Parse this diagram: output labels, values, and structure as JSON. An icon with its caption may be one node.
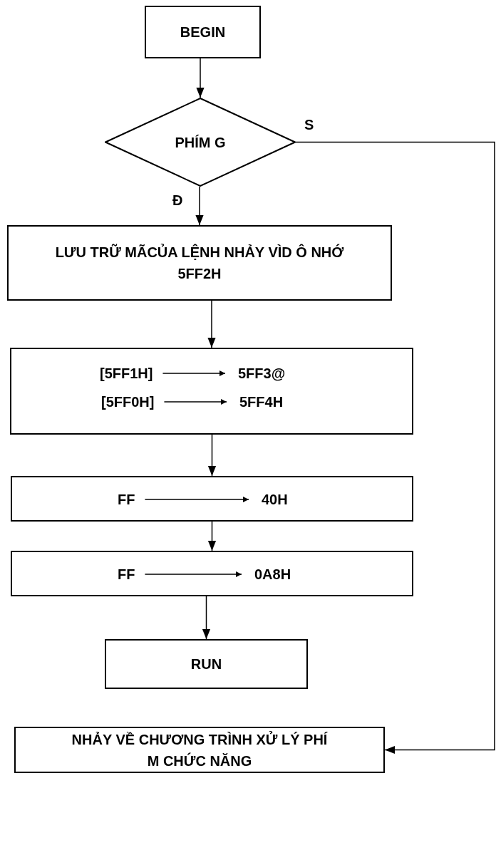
{
  "diagram": {
    "nodes": [
      {
        "text": [
          "BEGIN"
        ]
      },
      {
        "text": [
          "PHÍM G"
        ]
      },
      {
        "text": [
          "LƯU TRỮ MÃCỦA LỆNH NHẢY VÌD Ô NHỚ 5FF2H"
        ]
      },
      {
        "text": [],
        "shape": "box"
      },
      {
        "text": [
          "[5FF1H]"
        ],
        "in": 3
      },
      {
        "text": [
          "5FF3@"
        ],
        "in": 3
      },
      {
        "text": [
          "[5FF0H]"
        ],
        "in": 3
      },
      {
        "text": [
          "5FF4H"
        ],
        "in": 3
      },
      {
        "text": [],
        "shape": "box"
      },
      {
        "text": [
          "FF"
        ],
        "in": 8
      },
      {
        "text": [
          "40H"
        ],
        "in": 8
      },
      {
        "text": [],
        "shape": "box"
      },
      {
        "text": [
          "FF"
        ],
        "in": 11
      },
      {
        "text": [
          "0A8H"
        ],
        "in": 11
      },
      {
        "text": [
          "RUN"
        ]
      },
      {
        "text": [
          "NHẢY VỀ CHƯƠNG TRÌNH XỬ LÝ PHÍ M CHỨC NĂNG"
        ]
      }
    ],
    "edges": [
      {
        "from": 0,
        "to": 1,
        "arrow": "to"
      },
      {
        "from": 1,
        "to": 2,
        "arrow": "to",
        "label": "Đ"
      },
      {
        "from": 1,
        "to": 15,
        "arrow": "to",
        "label": "S"
      },
      {
        "from": 2,
        "to": 3,
        "arrow": "to"
      },
      {
        "from": 4,
        "to": 5,
        "arrow": "to"
      },
      {
        "from": 6,
        "to": 7,
        "arrow": "to"
      },
      {
        "from": 3,
        "to": 8,
        "arrow": "to"
      },
      {
        "from": 9,
        "to": 10,
        "arrow": "to"
      },
      {
        "from": 8,
        "to": 11,
        "arrow": "to"
      },
      {
        "from": 12,
        "to": 13,
        "arrow": "to"
      },
      {
        "from": 11,
        "to": 14,
        "arrow": "to"
      }
    ]
  }
}
